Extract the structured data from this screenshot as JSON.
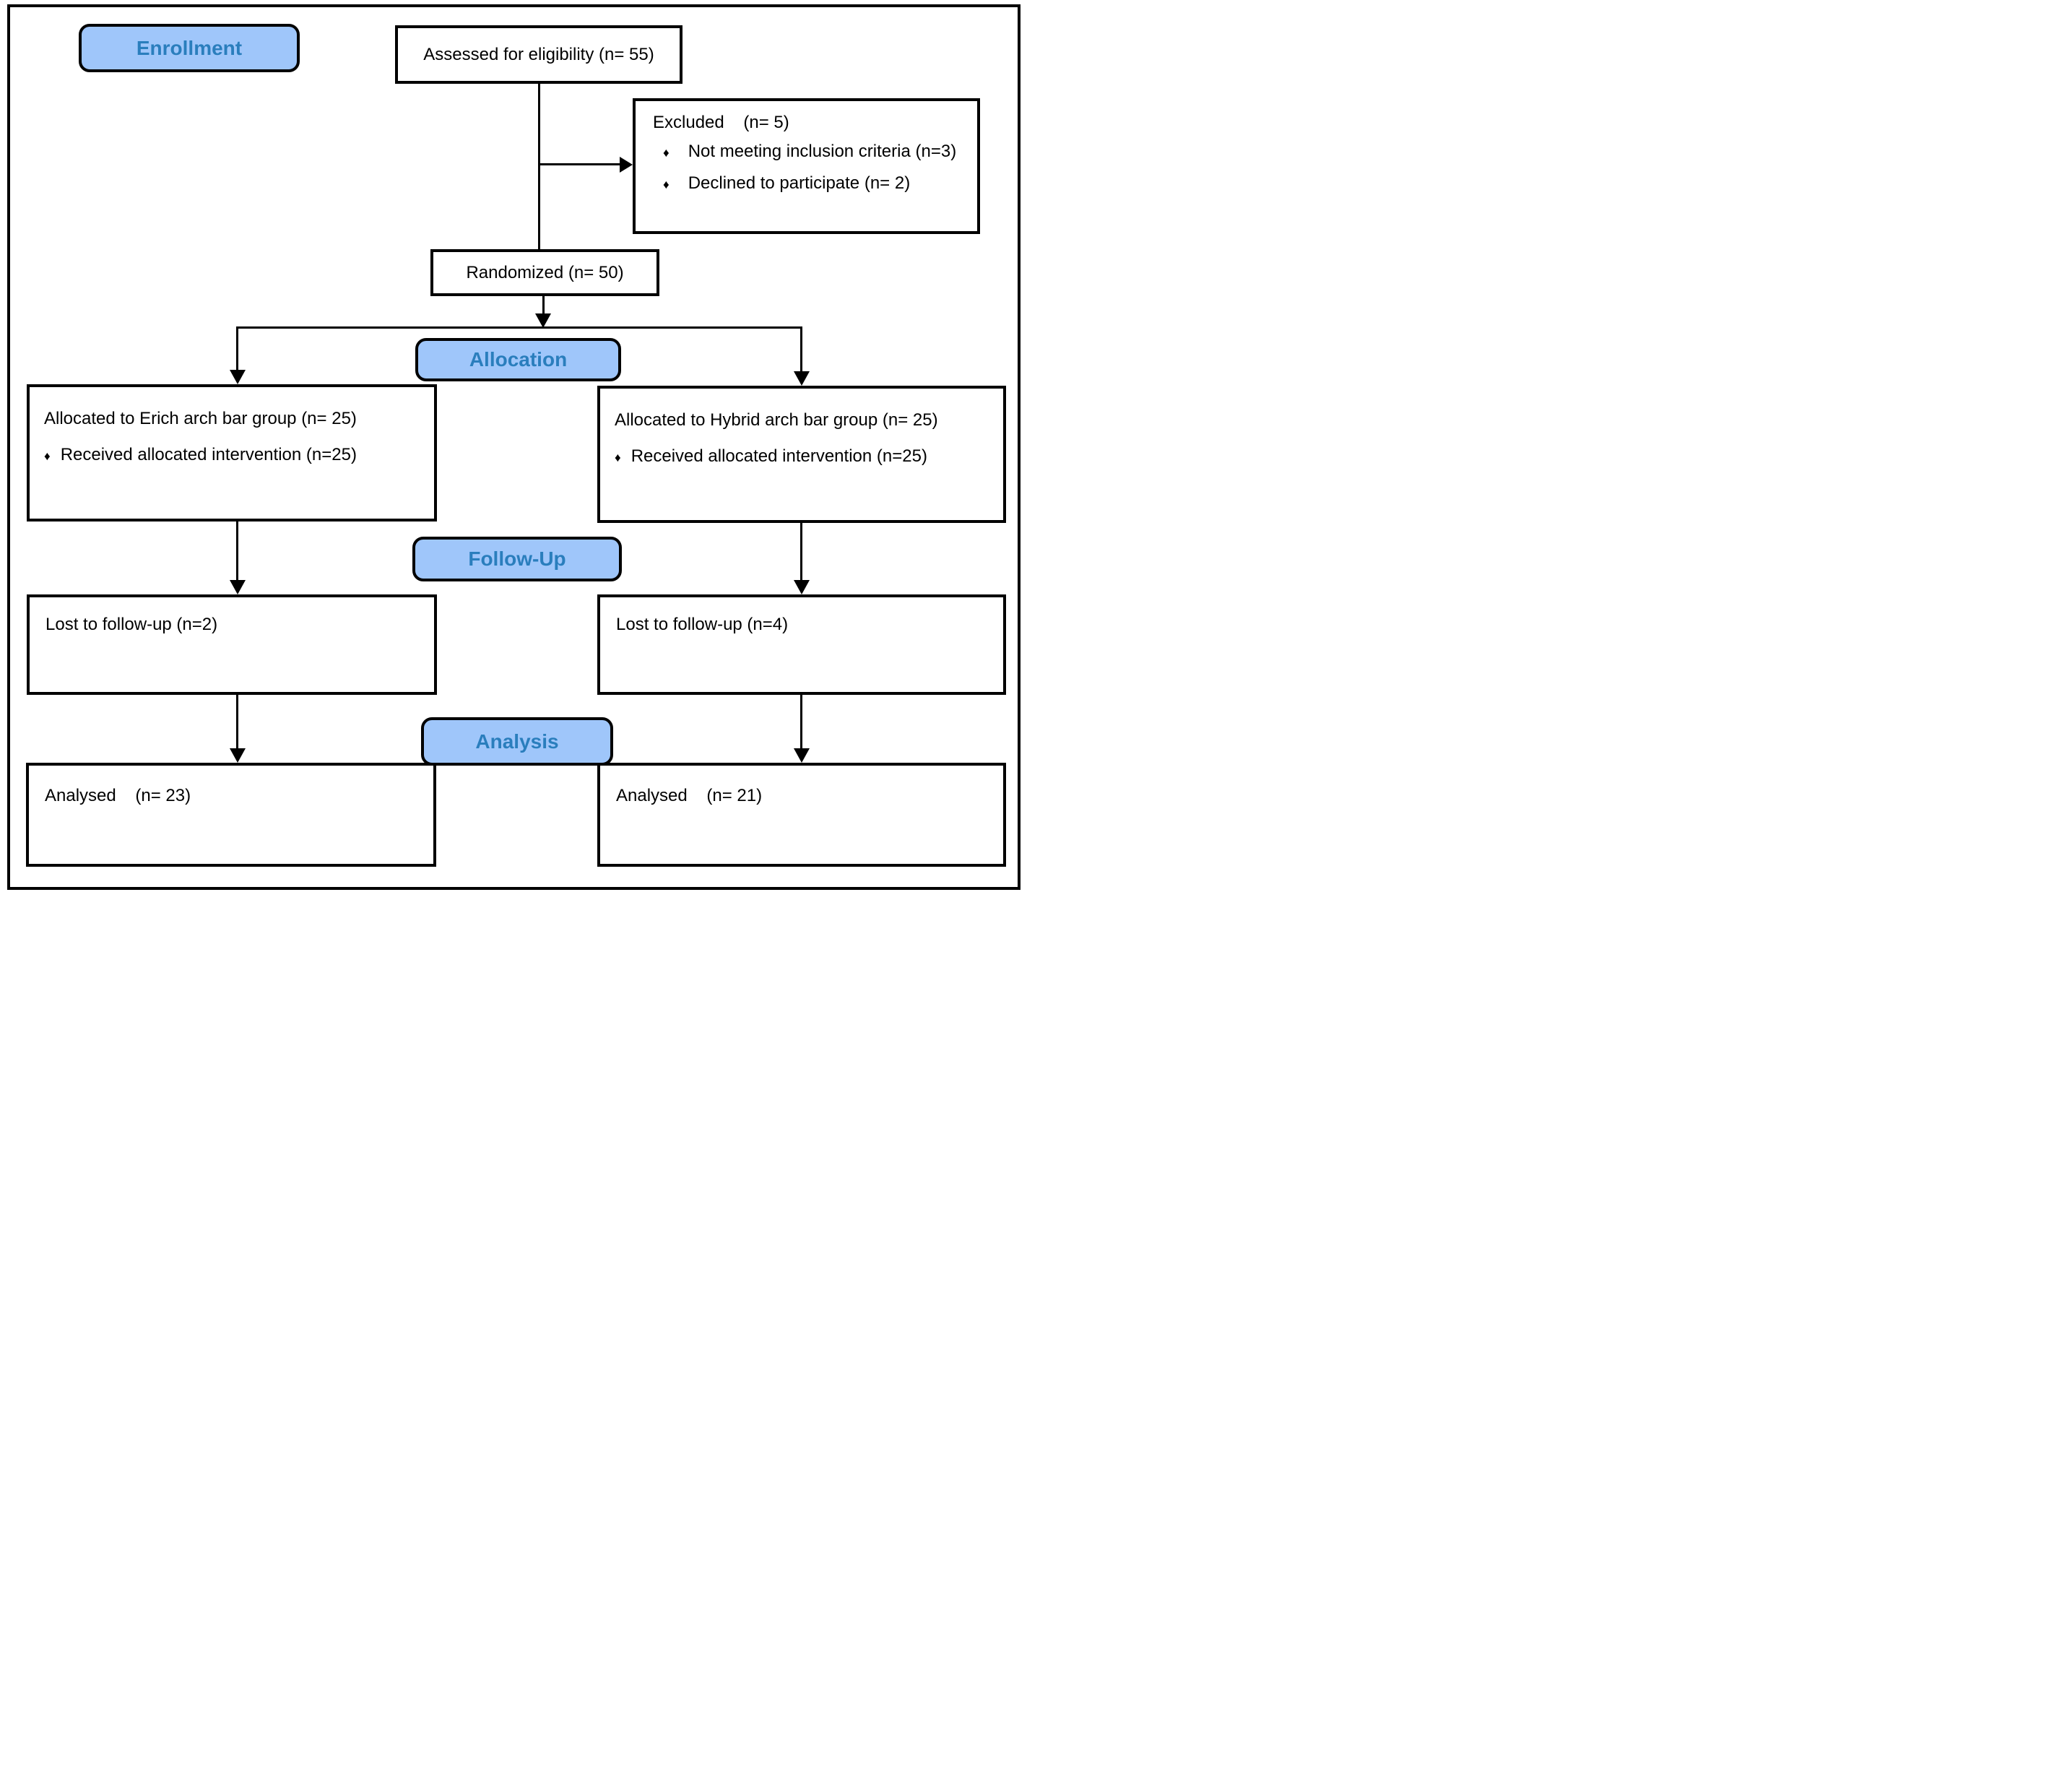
{
  "colors": {
    "stage_fill": "#9FC6FA",
    "stage_text": "#2A7EBD",
    "line": "#000000",
    "node_fill": "#FFFFFF",
    "background": "#FFFFFF"
  },
  "glyphs": {
    "bullet": "♦"
  },
  "stages": {
    "enrollment": "Enrollment",
    "allocation": "Allocation",
    "followup": "Follow-Up",
    "analysis": "Analysis"
  },
  "nodes": {
    "assessed": {
      "text": "Assessed for eligibility (n= 55)"
    },
    "excluded": {
      "title": "Excluded    (n= 5)",
      "bullets": [
        "Not meeting inclusion criteria (n=3)",
        "Declined to participate (n= 2)"
      ]
    },
    "randomized": {
      "text": "Randomized (n= 50)"
    },
    "allocated_erich": {
      "title": "Allocated to Erich arch bar group (n= 25)",
      "bullets": [
        "Received allocated intervention (n=25)"
      ]
    },
    "allocated_hybrid": {
      "title": "Allocated to Hybrid arch bar group (n= 25)",
      "bullets": [
        "Received allocated intervention (n=25)"
      ]
    },
    "lost_erich": {
      "text": "Lost to follow-up (n=2)"
    },
    "lost_hybrid": {
      "text": "Lost to follow-up (n=4)"
    },
    "analysed_erich": {
      "text": "Analysed    (n= 23)"
    },
    "analysed_hybrid": {
      "text": "Analysed    (n= 21)"
    }
  }
}
